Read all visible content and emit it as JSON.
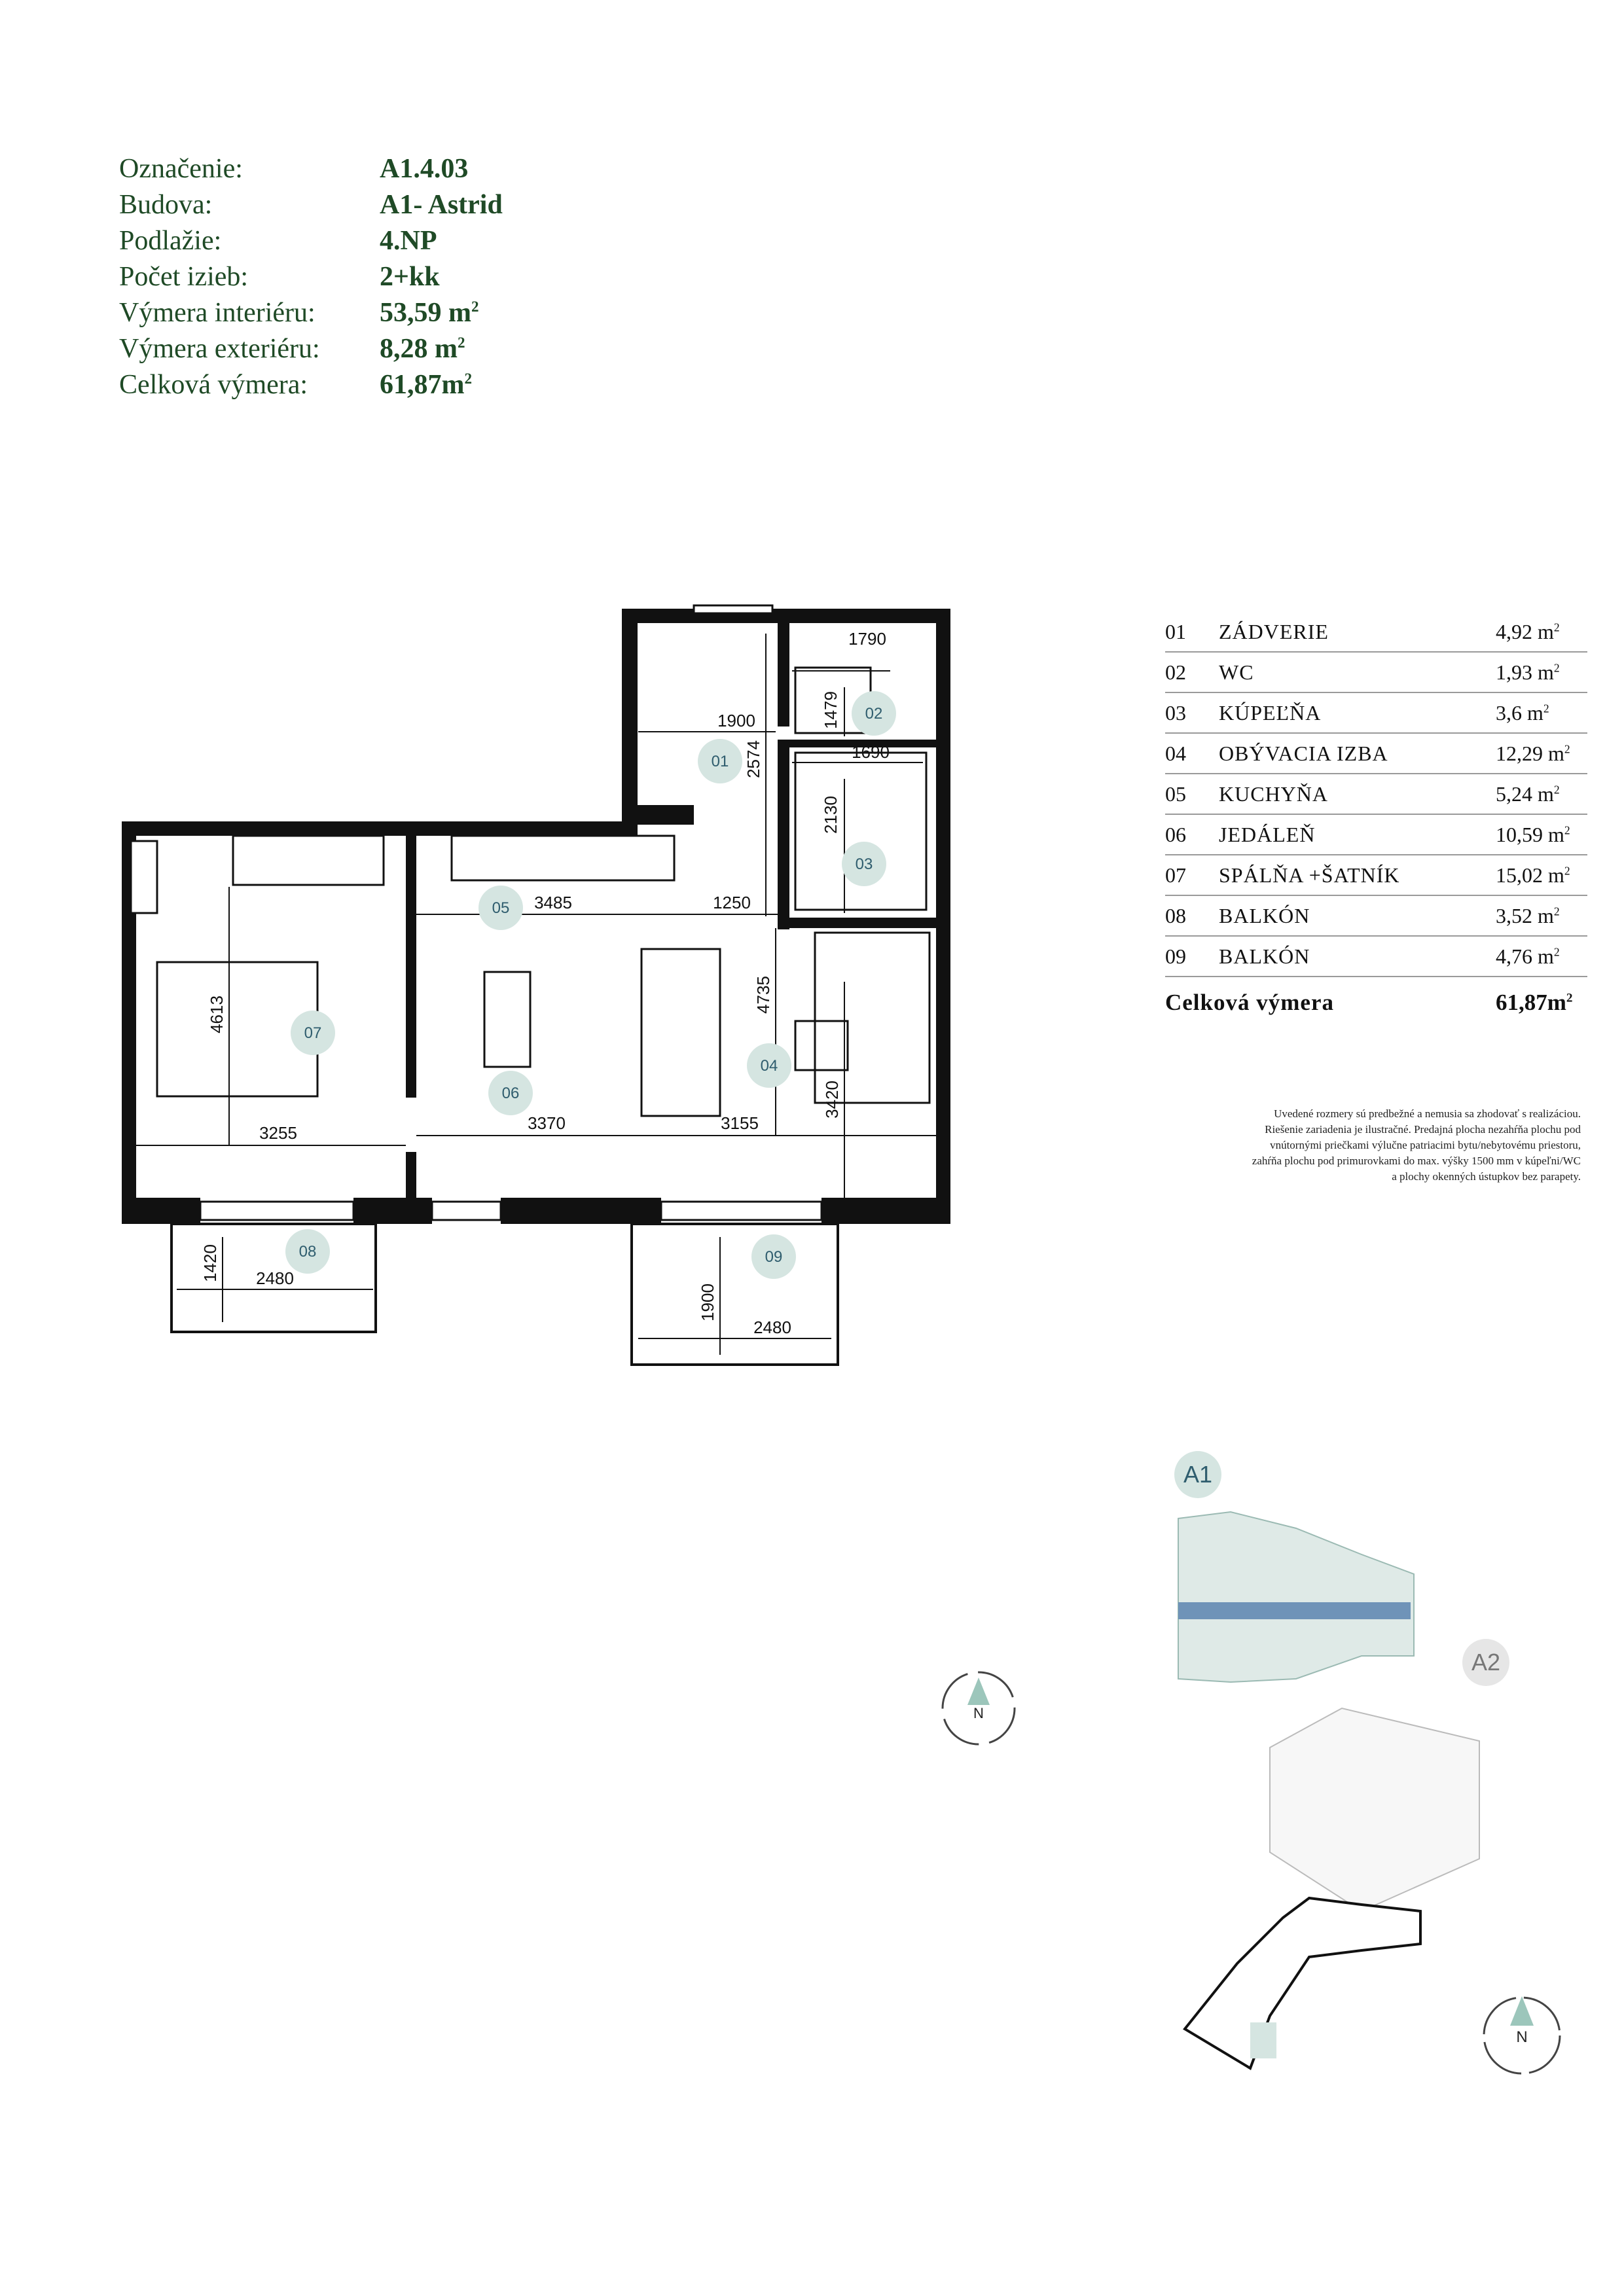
{
  "info": {
    "rows": [
      {
        "label": "Označenie:",
        "value": "A1.4.03"
      },
      {
        "label": "Budova:",
        "value": "A1- Astrid"
      },
      {
        "label": "Podlažie:",
        "value": "4.NP"
      },
      {
        "label": "Počet izieb:",
        "value": "2+kk"
      },
      {
        "label": "Výmera interiéru:",
        "value": "53,59 m",
        "sup": "2"
      },
      {
        "label": "Výmera exteriéru:",
        "value": "8,28 m",
        "sup": "2"
      },
      {
        "label": "Celková výmera:",
        "value": "61,87m",
        "sup": "2"
      }
    ]
  },
  "rooms": [
    {
      "num": "01",
      "name": "ZÁDVERIE",
      "area": "4,92 m",
      "sup": "2"
    },
    {
      "num": "02",
      "name": "WC",
      "area": "1,93 m",
      "sup": "2"
    },
    {
      "num": "03",
      "name": "KÚPEĽŇA",
      "area": "3,6 m",
      "sup": "2"
    },
    {
      "num": "04",
      "name": "OBÝVACIA IZBA",
      "area": "12,29 m",
      "sup": "2"
    },
    {
      "num": "05",
      "name": "KUCHYŇA",
      "area": "5,24 m",
      "sup": "2"
    },
    {
      "num": "06",
      "name": "JEDÁLEŇ",
      "area": "10,59 m",
      "sup": "2"
    },
    {
      "num": "07",
      "name": "SPÁLŇA +ŠATNÍK",
      "area": "15,02 m",
      "sup": "2"
    },
    {
      "num": "08",
      "name": "BALKÓN",
      "area": "3,52 m",
      "sup": "2"
    },
    {
      "num": "09",
      "name": "BALKÓN",
      "area": "4,76 m",
      "sup": "2"
    }
  ],
  "total": {
    "label": "Celková výmera",
    "value": "61,87m",
    "sup": "2"
  },
  "note": [
    "Uvedené rozmery sú predbežné a nemusia sa zhodovať s realizáciou.",
    "Riešenie zariadenia je ilustračné. Predajná plocha nezahŕňa plochu pod",
    "vnútornými priečkami výlučne patriacimi bytu/nebytovému priestoru,",
    "zahŕňa plochu pod primurovkami do max. výšky 1500 mm v kúpeľni/WC",
    "a plochy okenných ústupkov bez parapety."
  ],
  "plan": {
    "dimensions": {
      "d1900": "1900",
      "d1790": "1790",
      "d1479": "1479",
      "d2574": "2574",
      "d1690": "1690",
      "d2130": "2130",
      "d3485": "3485",
      "d1250": "1250",
      "d4613": "4613",
      "d4735": "4735",
      "d3420": "3420",
      "d3255": "3255",
      "d3370": "3370",
      "d3155": "3155",
      "d1420": "1420",
      "d2480a": "2480",
      "d1900b": "1900",
      "d2480b": "2480"
    },
    "room_tags": [
      "01",
      "02",
      "03",
      "04",
      "05",
      "06",
      "07",
      "08",
      "09"
    ]
  },
  "buildings": {
    "a1": "A1",
    "a2": "A2"
  },
  "compass": {
    "letter": "N"
  },
  "colors": {
    "text_green": "#1f4a26",
    "tag_fill": "#d5e5e1",
    "tag_text": "#2f5d6e",
    "highlight": "#6f93b8",
    "wall": "#111111"
  }
}
